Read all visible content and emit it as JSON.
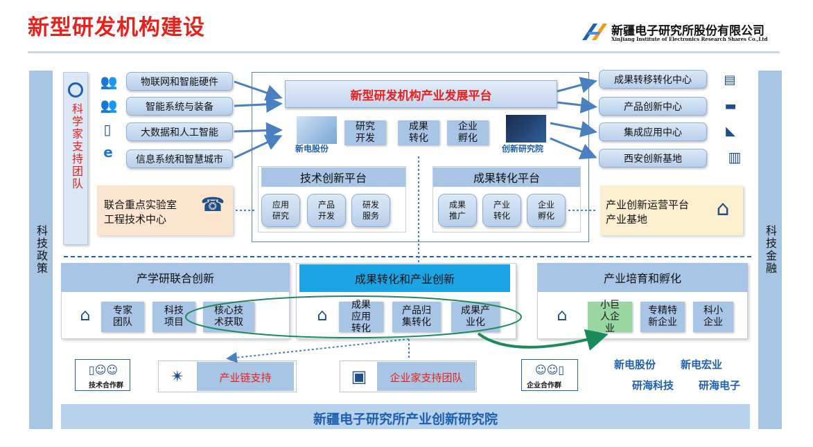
{
  "header": {
    "title": "新型研发机构建设",
    "logo_cn": "新疆电子研究所股份有限公司",
    "logo_en": "XinJiang Institute of Electronics Research Shares Co.,Ltd"
  },
  "side": {
    "left": "科技政策",
    "right": "科技金融",
    "team": "科学家支持团队"
  },
  "inputs": [
    "物联网和智能硬件",
    "智能系统与装备",
    "大数据和人工智能",
    "信息系统和智慧城市"
  ],
  "outputs": [
    "成果转移转化中心",
    "产品创新中心",
    "集成应用中心",
    "西安创新基地"
  ],
  "platform": {
    "title": "新型研发机构产业发展平台",
    "left_label": "新电股份",
    "right_label": "创新研究院",
    "center": [
      "研究开发",
      "成果转化",
      "企业孵化"
    ]
  },
  "tech_platform": {
    "title": "技术创新平台",
    "items": [
      "应用研究",
      "产品开发",
      "研发服务"
    ]
  },
  "result_platform": {
    "title": "成果转化平台",
    "items": [
      "成果推广",
      "产业转化",
      "企业孵化"
    ]
  },
  "lab": [
    "联合重点实验室",
    "工程技术中心"
  ],
  "ops": [
    "产业创新运营平台",
    "产业基地"
  ],
  "sections": [
    {
      "title": "产学研联合创新",
      "items": [
        "专家团队",
        "科技项目",
        "核心技术获取"
      ]
    },
    {
      "title": "成果转化和产业创新",
      "items": [
        "成果应用转化",
        "产品归集转化",
        "成果产业化"
      ]
    },
    {
      "title": "产业培育和孵化",
      "items": [
        "小巨人企业",
        "专精特新企业",
        "科小企业"
      ]
    }
  ],
  "bottom": {
    "tech_group": "技术合作群",
    "chain": "产业链支持",
    "entrepreneur": "企业家支持团队",
    "enterprise_group": "企业合作群",
    "companies": [
      "新电股份",
      "新电宏业",
      "研海科技",
      "研海电子"
    ],
    "footer": "新疆电子研究所产业创新研究院"
  }
}
